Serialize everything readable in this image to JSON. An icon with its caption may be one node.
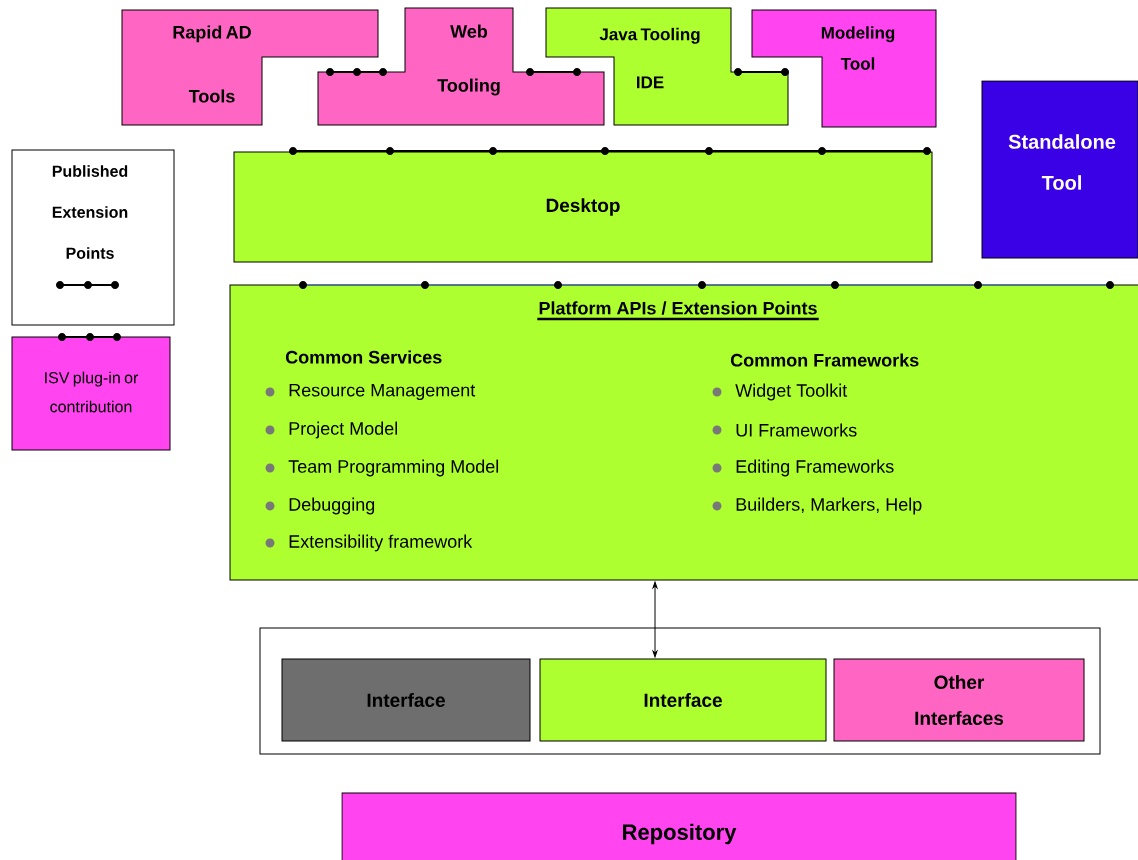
{
  "diagram": {
    "nodes": [
      {
        "text": [
          "Rapid AD Tools"
        ]
      },
      {
        "text": [
          "Web Tooling"
        ]
      },
      {
        "text": [
          "Java Tooling IDE"
        ]
      },
      {
        "text": [
          "Modeling Tool"
        ]
      },
      {
        "text": [
          "Standalone Tool"
        ]
      },
      {
        "text": [
          "Published Extension Points"
        ]
      },
      {
        "text": [
          "ISV plug-in or contribution"
        ]
      },
      {
        "text": [
          "Desktop"
        ]
      },
      {
        "text": [
          "Platform APIs / Extension Points",
          "Common Services",
          "Resource Management",
          "Project Model",
          "Team Programming Model",
          "Debugging",
          "Extensibility framework",
          "Common Frameworks",
          "Widget Toolkit",
          "UI Frameworks",
          "Editing Frameworks",
          "Builders, Markers, Help"
        ]
      },
      {
        "text": [],
        "shape": "box"
      },
      {
        "text": [
          "Interface"
        ],
        "in": 9
      },
      {
        "text": [
          "Interface"
        ],
        "in": 9
      },
      {
        "text": [
          "Other Interfaces"
        ],
        "in": 9
      },
      {
        "text": [
          "Repository"
        ]
      }
    ],
    "edges": [
      {
        "from": 8,
        "to": 11,
        "arrow": "both"
      }
    ]
  }
}
